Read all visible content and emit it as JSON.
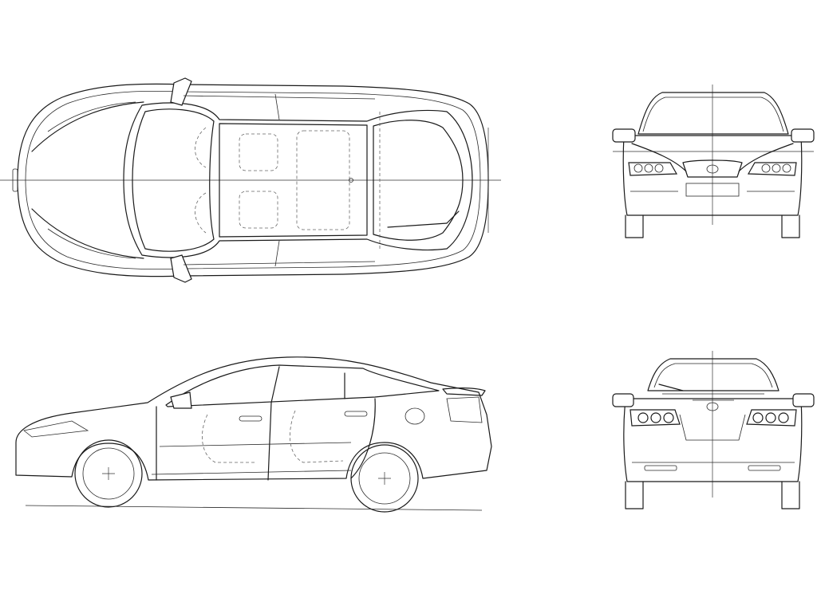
{
  "drawing": {
    "views": [
      "top",
      "front",
      "side",
      "rear"
    ]
  }
}
